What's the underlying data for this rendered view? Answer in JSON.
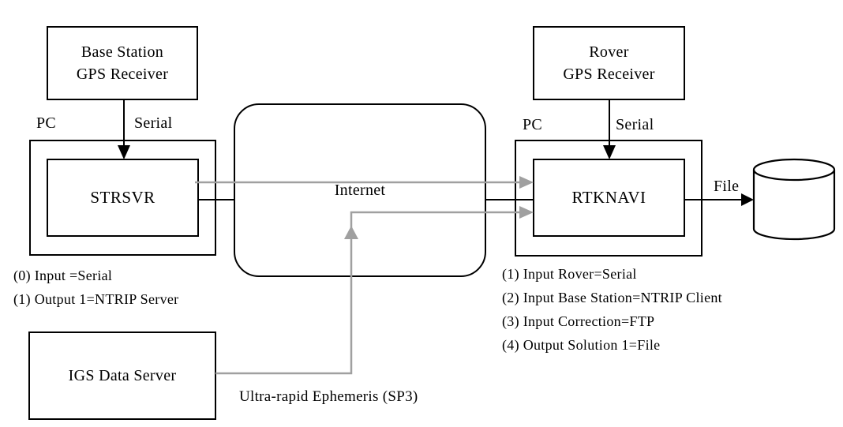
{
  "nodes": {
    "base_station": {
      "line1": "Base Station",
      "line2": "GPS Receiver"
    },
    "strsvr": {
      "label": "STRSVR"
    },
    "internet": {
      "label": "Internet"
    },
    "rover": {
      "line1": "Rover",
      "line2": "GPS Receiver"
    },
    "rtknavi": {
      "label": "RTKNAVI"
    },
    "igs_server": {
      "label": "IGS Data Server"
    }
  },
  "labels": {
    "pc_left": "PC",
    "serial_left": "Serial",
    "pc_right": "PC",
    "serial_right": "Serial",
    "file": "File",
    "ephemeris": "Ultra-rapid Ephemeris (SP3)"
  },
  "annotations": {
    "strsvr_config": [
      "(0) Input =Serial",
      "(1) Output 1=NTRIP Server"
    ],
    "rtknavi_config": [
      "(1) Input Rover=Serial",
      "(2) Input Base Station=NTRIP Client",
      "(3) Input Correction=FTP",
      "(4) Output Solution 1=File"
    ]
  },
  "icons": {
    "database": "database-cylinder-icon"
  },
  "colors": {
    "line_black": "#000000",
    "line_gray": "#a0a0a0",
    "background": "#ffffff"
  }
}
